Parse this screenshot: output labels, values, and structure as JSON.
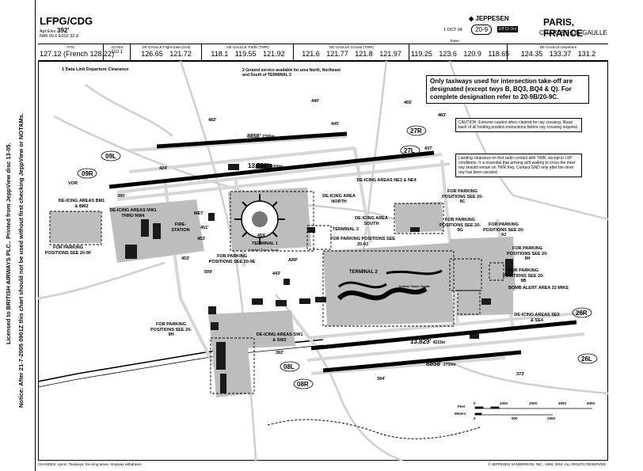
{
  "side_notice": {
    "line1": "Licensed to BRITISH AIRWAYS PLC.. Printed from JeppView disc 13-05.",
    "line2": "Notice: After 21-7-2005 0901Z this chart should not be used without first checking JeppView or NOTAMs."
  },
  "header": {
    "code": "LFPG/CDG",
    "elev_label": "Apt Elev",
    "elev_value": "392'",
    "coords": "N49 00.6 E002 32.9",
    "jeppesen": "JEPPESEN",
    "date": "1 OCT 04",
    "chart_no": "20-9",
    "eff": "Eff 15 Oct",
    "city": "PARIS, FRANCE",
    "airport": "CHARLES-DE-GAULLE",
    "tower_label": "Tower"
  },
  "frequencies": [
    {
      "label": "ATIS",
      "value": "127.12 (French 128.22)"
    },
    {
      "label": "ACARS",
      "value": "Dcl 1"
    },
    {
      "label": "DE GAULLE Flight Data (Gnd)",
      "value": "126.65 121.72"
    },
    {
      "label": "DE GAULLE Traffic (TWR)",
      "value": "118.1 119.55 121.92"
    },
    {
      "label": "DE GAULLE Ground (TWR)",
      "value": "121.6 121.77 121.8 121.97"
    },
    {
      "label": "",
      "value": "119.25 123.6 120.9 118.65"
    },
    {
      "label": "DE GAULLE Departure",
      "value": "124.35 133.37 131.2"
    }
  ],
  "notes": {
    "data_link": "1 Data Link Departure Clearance",
    "ground_service": "2 Ground service available for area North, Northeast and South of TERMINAL 2",
    "intersection": "Only taxiways used for intersection take-off are designated (except twys B, BQ3, BQ4 & Q). For complete designation refer to 20-9B/20-9C.",
    "caution": "CAUTION: Extreme caution when cleared for rwy crossing. Read back of all holding position instructions before rwy crossing required.",
    "landing": "Landing clearance on first radio contact with TWR, except in LVP conditions. It is essential that arriving acft waiting to cross the inner rwy should remain on TWR freq. Contact GND only after the inner rwy has been vacated."
  },
  "runways": {
    "r09l": "09L",
    "r27r": "27R",
    "r09r": "09R",
    "r27l": "27L",
    "r08l": "08L",
    "r26r": "26R",
    "r08r": "08R",
    "r26l": "26L",
    "len_north_outer": "8858'",
    "len_north_outer_m": "2700m",
    "len_north_inner": "13,780'",
    "len_north_inner_m": "4200m",
    "len_south_inner": "13,829'",
    "len_south_inner_m": "4215m",
    "len_south_outer": "8858'",
    "len_south_outer_m": "2700m"
  },
  "labels": {
    "deice_n": "DE-ICING AREA NORTH",
    "deice_s": "DE-ICING AREA SOUTH",
    "deice_ne": "DE-ICING AREAS NE3 & NE4",
    "deice_bm": "DE-ICING AREAS BM1 & BM2",
    "deice_nw": "DE-ICING AREAS NW1 THRU NW4",
    "deice_sw": "DE-ICING AREAS SW1 & SW2",
    "deice_se": "DE-ICING AREAS SE3 & SE4",
    "term1": "TERMINAL 1",
    "term2": "TERMINAL 2",
    "term3": "TERMINAL 3",
    "fire": "FIRE-STATION",
    "met": "MET",
    "arp": "ARP",
    "vor": "VOR",
    "bomb": "BOMB ALERT AREA 32 MIKE",
    "park_9f": "FOR PARKING POSITIONS SEE 20-9F",
    "park_9e": "FOR PARKING POSITIONS SEE 20-9E",
    "park_9j": "FOR PARKING POSITIONS SEE 20-9J",
    "park_9c": "FOR PARKING POSITIONS SEE 20-9C",
    "park_9g": "FOR PARKING POSITIONS SEE 20-9G",
    "park_9j2": "FOR PARKING POSITIONS SEE 20-9J",
    "park_9h": "FOR PARKING POSITIONS SEE 20-9H",
    "park_9b": "FOR PARKING POSITIONS SEE 20-9B",
    "park_9h2": "FOR PARKING POSITIONS SEE 20-9H",
    "control_n": "Control Tower North",
    "control_s": "Control Tower South"
  },
  "elevations": [
    "482'",
    "440'",
    "445'",
    "465'",
    "483'",
    "437'",
    "424'",
    "380'",
    "451'",
    "453'",
    "459'",
    "453'",
    "443'",
    "509'",
    "394'",
    "373'",
    "392'"
  ],
  "scale": {
    "feet_label": "Feet",
    "meters_label": "Meters",
    "f0": "0",
    "f1": "1000",
    "f2": "2000",
    "f3": "3000",
    "f4": "4000",
    "m0": "0",
    "m1": "500",
    "m2": "1000"
  },
  "footer": {
    "changes": "CHANGES: Apron. Taxiways. De-icing areas. Stopway withdrawn.",
    "copyright": "© JEPPESEN SANDERSON, INC., 1998, 2004. ALL RIGHTS RESERVED."
  },
  "colors": {
    "ink": "#000000",
    "taxi": "#d6d6d6",
    "apron": "#bdbdbd",
    "building": "#1a1a1a",
    "terminal": "#9a9a9a"
  }
}
